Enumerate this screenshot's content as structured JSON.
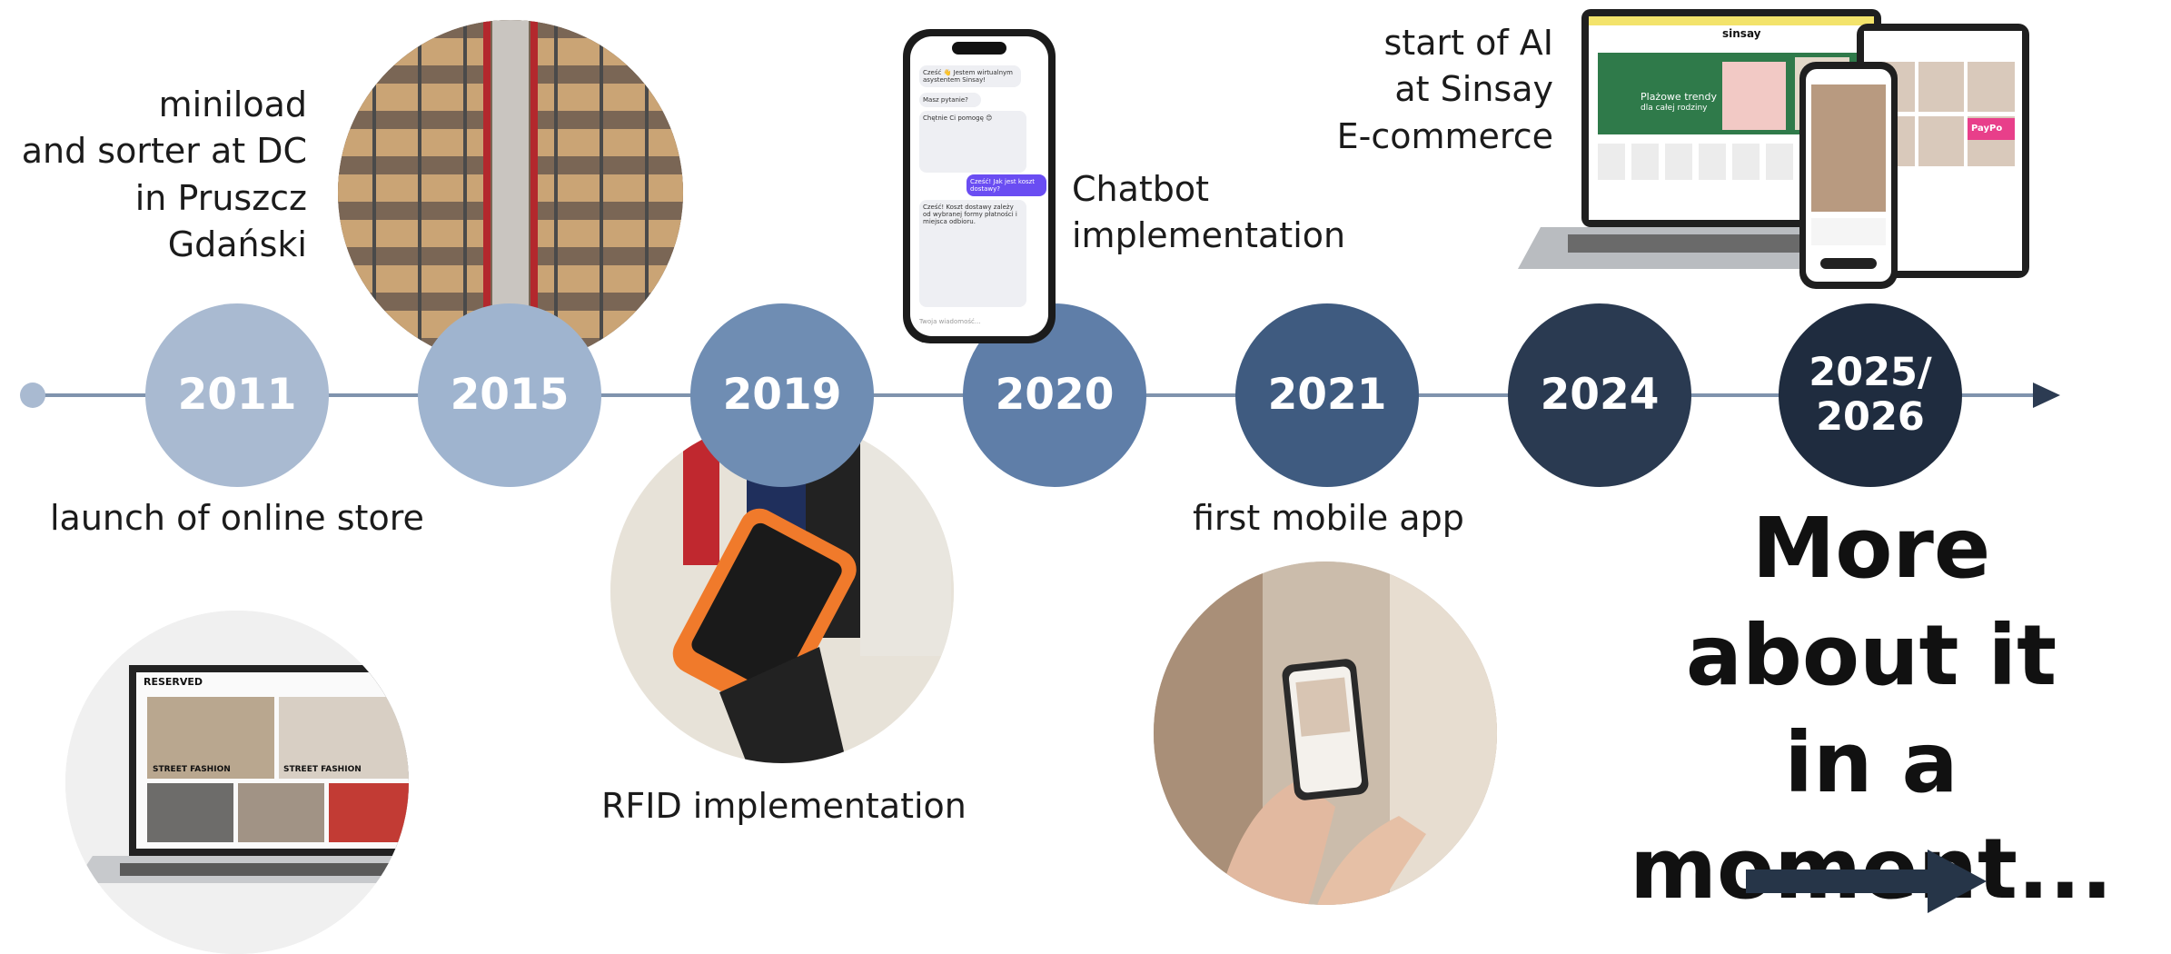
{
  "milestones": [
    {
      "year": "2011",
      "color": "#a9bad1",
      "caption": "launch of online store"
    },
    {
      "year": "2015",
      "color": "#9fb4cf",
      "caption": "miniload\nand sorter at DC\nin Pruszcz\nGdański"
    },
    {
      "year": "2019",
      "color": "#6f8db3",
      "caption": "RFID implementation"
    },
    {
      "year": "2020",
      "color": "#5f7ea8",
      "caption": "Chatbot\nimplementation"
    },
    {
      "year": "2021",
      "color": "#3f5b80",
      "caption": "first mobile app"
    },
    {
      "year": "2024",
      "color": "#2a3a51",
      "caption": "start of AI\nat Sinsay\nE-commerce"
    },
    {
      "year": "2025/\n2026",
      "color": "#1f2c3f",
      "caption": ""
    }
  ],
  "more_text": "More\nabout it\nin a moment...",
  "laptop_screen": {
    "brand": "RESERVED",
    "tiles": [
      "STREET FASHION",
      "STREET FASHION"
    ]
  },
  "phone_chat": {
    "bot_1": "Cześć 👋 Jestem wirtualnym asystentem Sinsay!",
    "bot_2": "Masz pytanie?",
    "bot_3": "Chętnie Ci pomogę 😊",
    "user_1": "Cześć! Jak jest koszt dostawy?",
    "bot_4": "Cześć! Koszt dostawy zależy od wybranej formy płatności i miejsca odbioru.",
    "input_placeholder": "Twoja wiadomość..."
  },
  "ecommerce": {
    "brand": "sinsay",
    "hero": "Plażowe trendy",
    "subhero": "dla całej rodziny",
    "pay": "PayPo"
  }
}
